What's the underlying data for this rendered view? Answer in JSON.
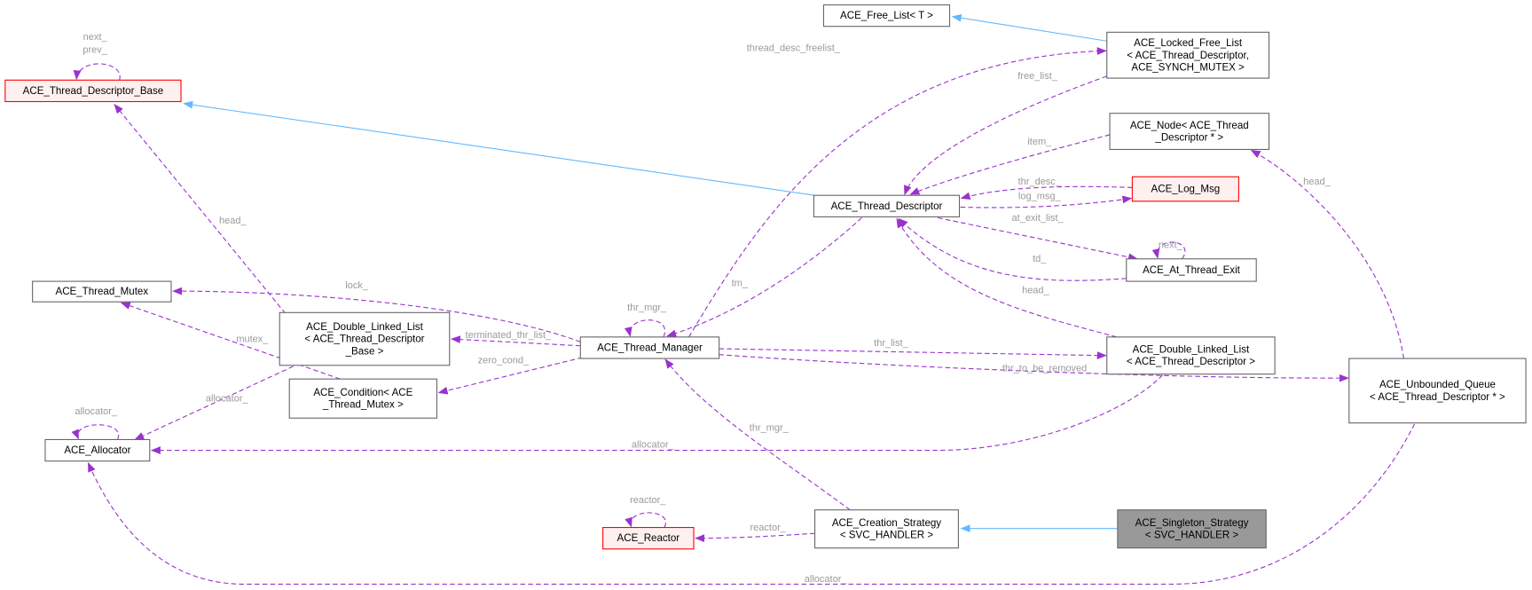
{
  "colors": {
    "usage_edge": "#9a32cd",
    "inheritance_edge": "#63b8ff",
    "undocumented_border": "#ff0000",
    "focus_fill": "#999999"
  },
  "nodes": {
    "free_list": [
      "ACE_Free_List< T >"
    ],
    "locked_free_list": [
      "ACE_Locked_Free_List",
      "< ACE_Thread_Descriptor,",
      "ACE_SYNCH_MUTEX >"
    ],
    "td_base": [
      "ACE_Thread_Descriptor_Base"
    ],
    "node": [
      "ACE_Node< ACE_Thread",
      "_Descriptor * >"
    ],
    "thread_descriptor": [
      "ACE_Thread_Descriptor"
    ],
    "log_msg": [
      "ACE_Log_Msg"
    ],
    "at_thread_exit": [
      "ACE_At_Thread_Exit"
    ],
    "thread_mutex": [
      "ACE_Thread_Mutex"
    ],
    "dll_base": [
      "ACE_Double_Linked_List",
      "< ACE_Thread_Descriptor",
      "_Base >"
    ],
    "thread_manager": [
      "ACE_Thread_Manager"
    ],
    "dll_td": [
      "ACE_Double_Linked_List",
      "< ACE_Thread_Descriptor >"
    ],
    "condition": [
      "ACE_Condition< ACE",
      "_Thread_Mutex >"
    ],
    "unbounded_queue": [
      "ACE_Unbounded_Queue",
      "< ACE_Thread_Descriptor * >"
    ],
    "allocator": [
      "ACE_Allocator"
    ],
    "reactor": [
      "ACE_Reactor"
    ],
    "creation_strategy": [
      "ACE_Creation_Strategy",
      "< SVC_HANDLER >"
    ],
    "singleton_strategy": [
      "ACE_Singleton_Strategy",
      "< SVC_HANDLER >"
    ]
  },
  "edge_labels": {
    "base_next": "next_",
    "base_prev": "prev_",
    "base_head": "head_",
    "lock": "lock_",
    "terminated": "terminated_thr_list_",
    "zero_cond": "zero_cond_",
    "tm_self": "thr_mgr_",
    "tm": "tm_",
    "freelist": "thread_desc_freelist_",
    "free_list": "free_list_",
    "item": "item_",
    "thr_desc": "thr_desc_",
    "log_msg": "log_msg_",
    "at_exit": "at_exit_list_",
    "td": "td_",
    "ate_next": "next_",
    "dll_head": "head_",
    "thr_list": "thr_list_",
    "to_remove": "thr_to_be_removed_",
    "q_head": "head_",
    "dll_alloc": "allocator_",
    "dllb_alloc": "allocator_",
    "mutex": "mutex_",
    "alloc_self": "allocator_",
    "cs_thr_mgr": "thr_mgr_",
    "reactor": "reactor_",
    "reactor_self": "reactor_",
    "q_alloc": "allocator_"
  }
}
